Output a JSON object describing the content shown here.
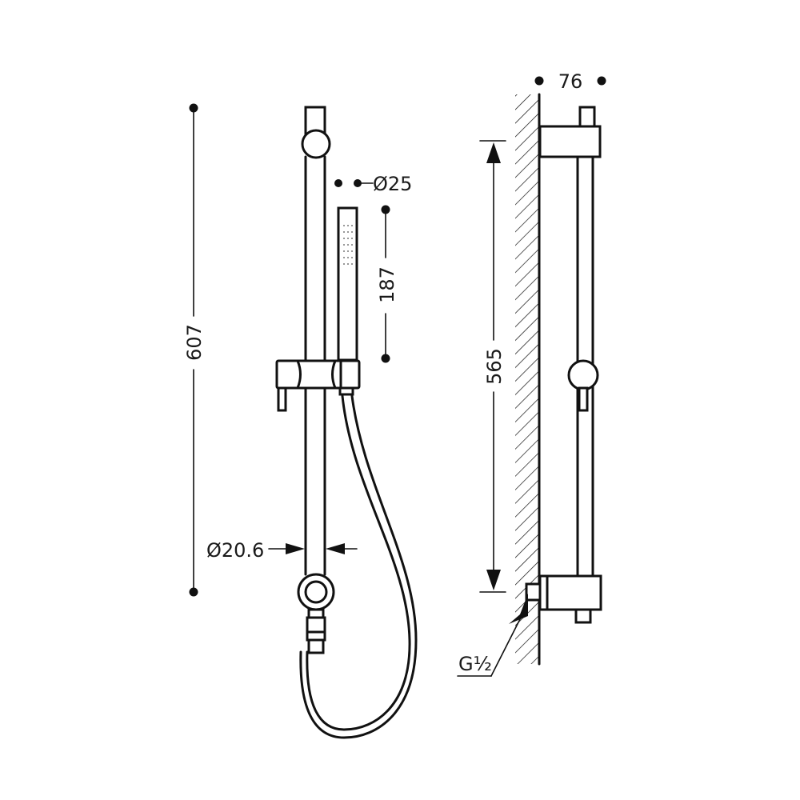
{
  "views": {
    "front": {
      "name": "front-view"
    },
    "side": {
      "name": "side-view"
    }
  },
  "dimensions": {
    "overall_height": "607",
    "handset_diameter": "Ø25",
    "handset_length": "187",
    "rail_diameter": "Ø20.6",
    "bracket_spacing": "565",
    "wall_projection": "76",
    "thread_label": "G½"
  },
  "colors": {
    "line": "#111111",
    "background": "#ffffff"
  }
}
